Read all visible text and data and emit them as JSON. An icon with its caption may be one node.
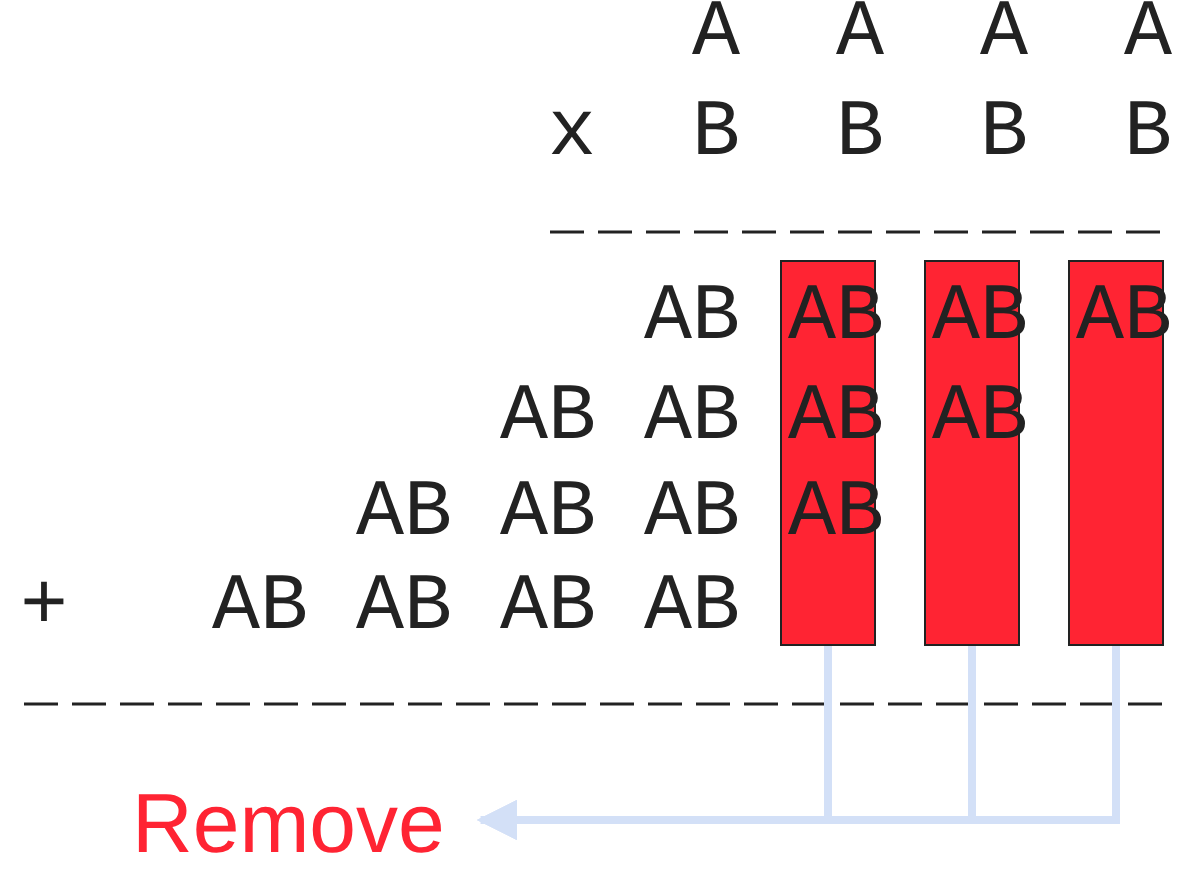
{
  "diagram": {
    "nodes": [
      {
        "text": [
          "AB",
          "AB",
          "AB"
        ]
      },
      {
        "text": [
          "AB",
          "AB"
        ]
      },
      {
        "text": [
          "AB"
        ]
      },
      {
        "text": [
          "Remove"
        ]
      }
    ],
    "edges": [
      {
        "from": 0,
        "to": 3,
        "arrow": "to"
      },
      {
        "from": 1,
        "to": 3,
        "arrow": "to"
      },
      {
        "from": 2,
        "to": 3,
        "arrow": "to"
      }
    ],
    "labels": [
      "A",
      "A",
      "A",
      "A",
      "x",
      "B",
      "B",
      "B",
      "B",
      "AB",
      "AB",
      "AB",
      "AB",
      "AB",
      "AB",
      "+",
      "AB",
      "AB",
      "AB",
      "AB"
    ]
  }
}
